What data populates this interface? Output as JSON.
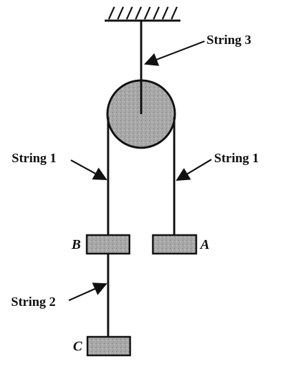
{
  "labels": {
    "string3": "String 3",
    "string1_left": "String 1",
    "string1_right": "String 1",
    "string2": "String 2"
  },
  "blocks": {
    "a": "A",
    "b": "B",
    "c": "C"
  },
  "colors": {
    "ink": "#111111",
    "fill": "#a9a9a9",
    "background": "#ffffff"
  }
}
